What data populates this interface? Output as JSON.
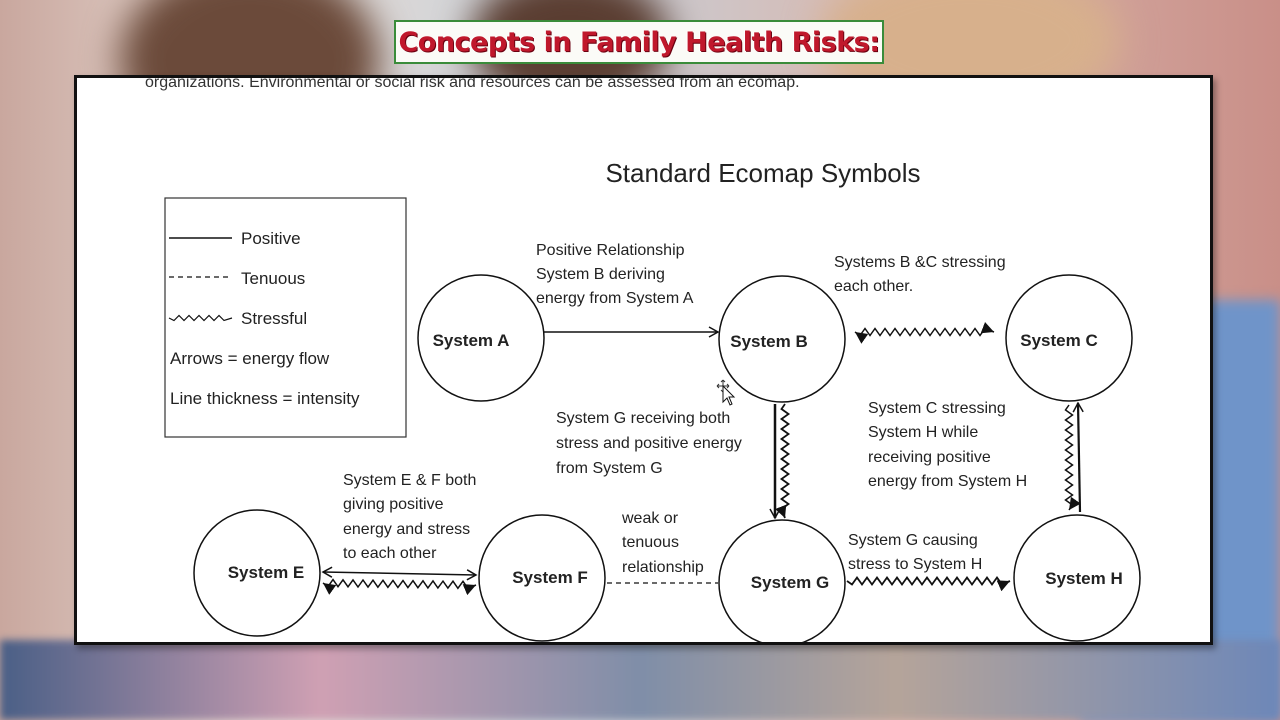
{
  "slide": {
    "title": "Concepts in Family Health Risks:",
    "clipped_text": "organizations. Environmental or social risk and resources can be assessed from an ecomap."
  },
  "diagram": {
    "title": "Standard Ecomap Symbols",
    "legend": {
      "positive": "Positive",
      "tenuous": "Tenuous",
      "stressful": "Stressful",
      "arrows": "Arrows = energy flow",
      "thickness": "Line thickness = intensity"
    },
    "nodes": {
      "a": "System A",
      "b": "System B",
      "c": "System C",
      "e": "System E",
      "f": "System F",
      "g": "System G",
      "h": "System H"
    },
    "notes": {
      "ab": [
        "Positive Relationship",
        "System B deriving",
        "energy from System A"
      ],
      "bc": [
        "Systems B &C stressing",
        "each other."
      ],
      "gb": [
        "System G receiving both",
        "stress and positive energy",
        "from System G"
      ],
      "ch": [
        "System C stressing",
        "System H while",
        "receiving positive",
        "energy from System H"
      ],
      "ef": [
        "System E & F both",
        "giving positive",
        "energy and stress",
        "to each other"
      ],
      "fg": [
        "weak or",
        "tenuous",
        "relationship"
      ],
      "gh": [
        "System G causing",
        "stress to System H"
      ]
    }
  }
}
